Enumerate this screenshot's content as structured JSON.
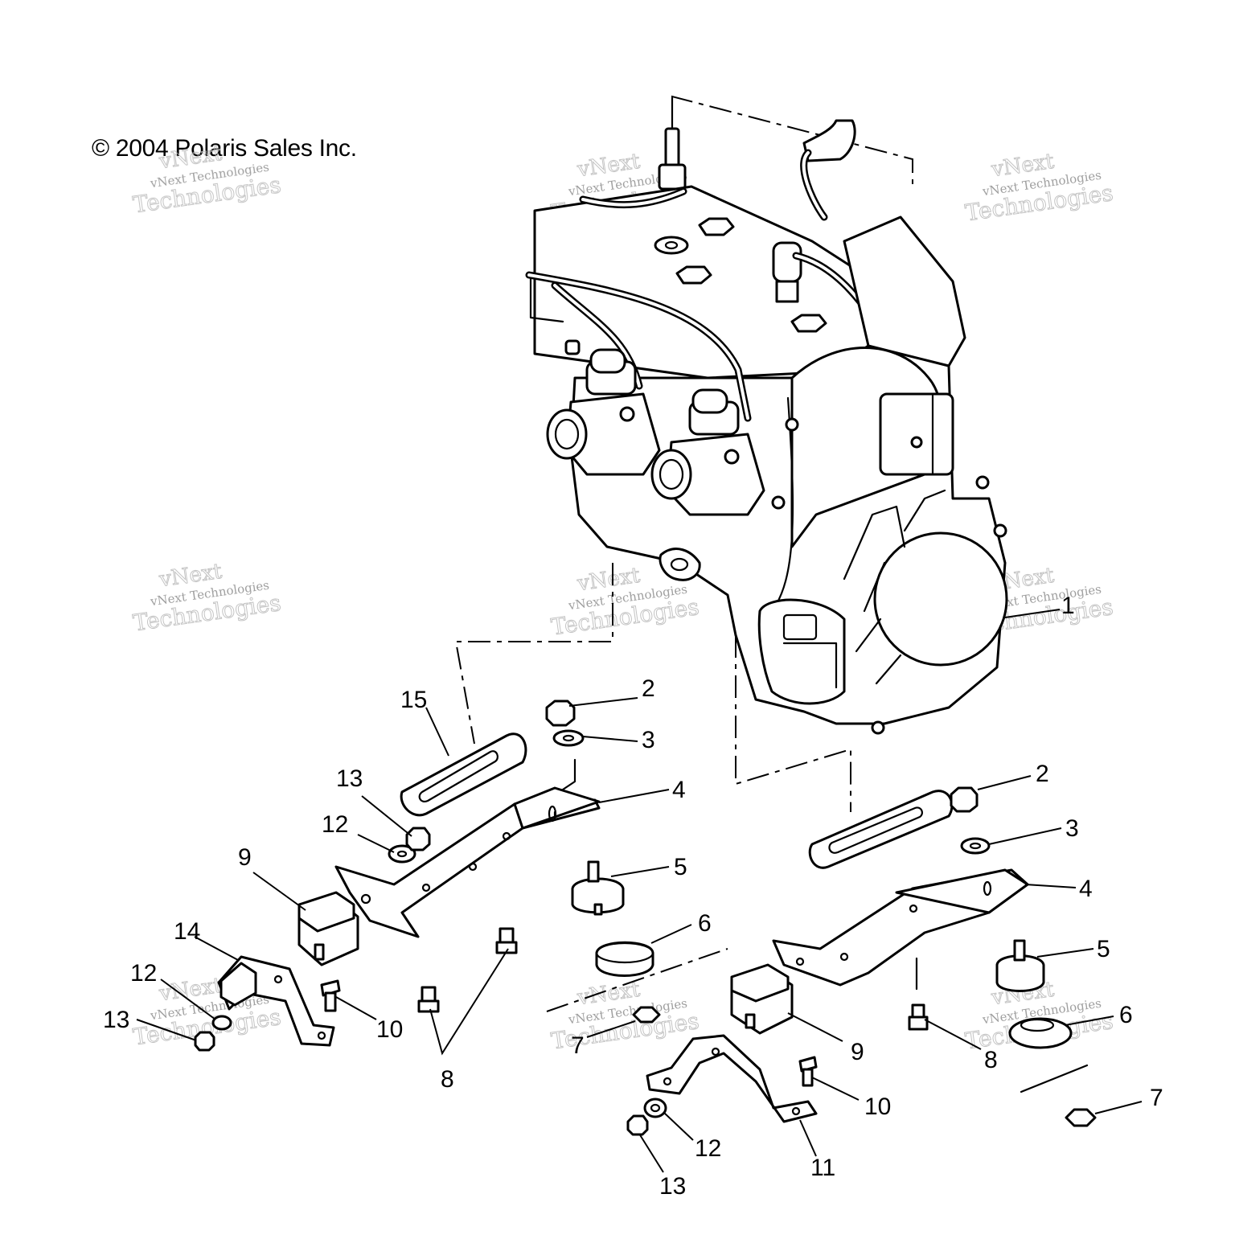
{
  "copyright": "© 2004 Polaris Sales Inc.",
  "watermark": {
    "line_small": "vNext Technologies",
    "line_big_top": "vNext",
    "line_big_bottom": "Technologies"
  },
  "callouts": {
    "c1": "1",
    "c2_left": "2",
    "c2_right": "2",
    "c3_left": "3",
    "c3_right": "3",
    "c4_left": "4",
    "c4_right": "4",
    "c5_left": "5",
    "c5_right": "5",
    "c6_left": "6",
    "c6_right": "6",
    "c7_left": "7",
    "c7_right": "7",
    "c8_left": "8",
    "c8_right": "8",
    "c9_left": "9",
    "c9_right": "9",
    "c10_left": "10",
    "c10_right": "10",
    "c11": "11",
    "c12_upper": "12",
    "c12_left": "12",
    "c12_bottom": "12",
    "c13_upper": "13",
    "c13_left": "13",
    "c13_bottom": "13",
    "c14": "14",
    "c15": "15"
  }
}
